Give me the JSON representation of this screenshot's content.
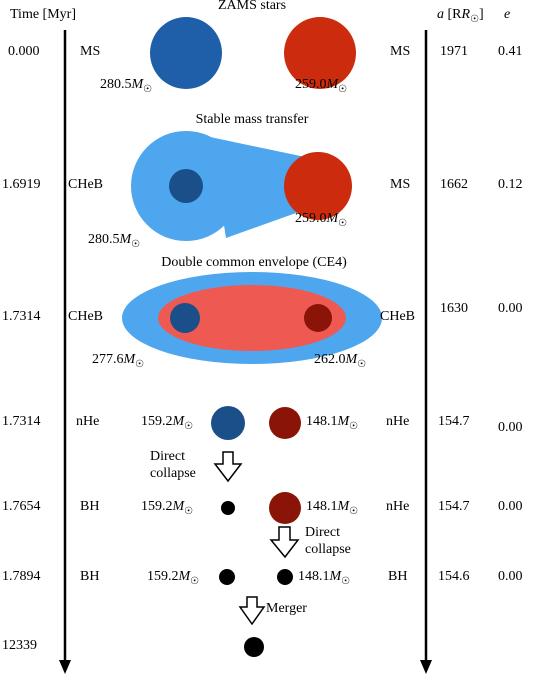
{
  "colors": {
    "blue_star": "#1f5ea8",
    "blue_dark": "#1b4f8a",
    "blue_envelope": "#4ea6ee",
    "red_star": "#cc2b0e",
    "red_dark": "#8b1408",
    "red_envelope": "#ee5a52",
    "ce_outer": "#4ea6ee",
    "black": "#000000"
  },
  "header": {
    "time_label": "Time [Myr]",
    "a_label": "a",
    "a_unit": " [R",
    "a_unit_close": "]",
    "e_label": "e",
    "sun_symbol": "☉"
  },
  "stages": [
    {
      "title": "ZAMS stars",
      "time": "0.000",
      "left_type": "MS",
      "right_type": "MS",
      "left_mass": "280.5",
      "right_mass": "259.0",
      "a": "1971",
      "e": "0.41"
    },
    {
      "title": "Stable mass transfer",
      "time": "1.6919",
      "left_type": "CHeB",
      "right_type": "MS",
      "left_mass": "280.5",
      "right_mass": "259.0",
      "a": "1662",
      "e": "0.12"
    },
    {
      "title": "Double common envelope (CE4)",
      "time": "1.7314",
      "left_type": "CHeB",
      "right_type": "CHeB",
      "left_mass": "277.6",
      "right_mass": "262.0",
      "a": "1630",
      "e": "0.00"
    },
    {
      "title": "",
      "time": "1.7314",
      "left_type": "nHe",
      "right_type": "nHe",
      "left_mass": "159.2",
      "right_mass": "148.1",
      "a": "154.7",
      "e": "0.00"
    },
    {
      "title": "",
      "time": "1.7654",
      "left_type": "BH",
      "right_type": "nHe",
      "left_mass": "159.2",
      "right_mass": "148.1",
      "a": "154.7",
      "e": "0.00"
    },
    {
      "title": "",
      "time": "1.7894",
      "left_type": "BH",
      "right_type": "BH",
      "left_mass": "159.2",
      "right_mass": "148.1",
      "a": "154.6",
      "e": "0.00"
    },
    {
      "title": "",
      "time": "12339",
      "left_type": "",
      "right_type": "",
      "left_mass": "",
      "right_mass": "",
      "a": "",
      "e": ""
    }
  ],
  "arrows": [
    {
      "line1": "Direct",
      "line2": "collapse"
    },
    {
      "line1": "Direct",
      "line2": "collapse"
    },
    {
      "line1": "Merger",
      "line2": ""
    }
  ]
}
